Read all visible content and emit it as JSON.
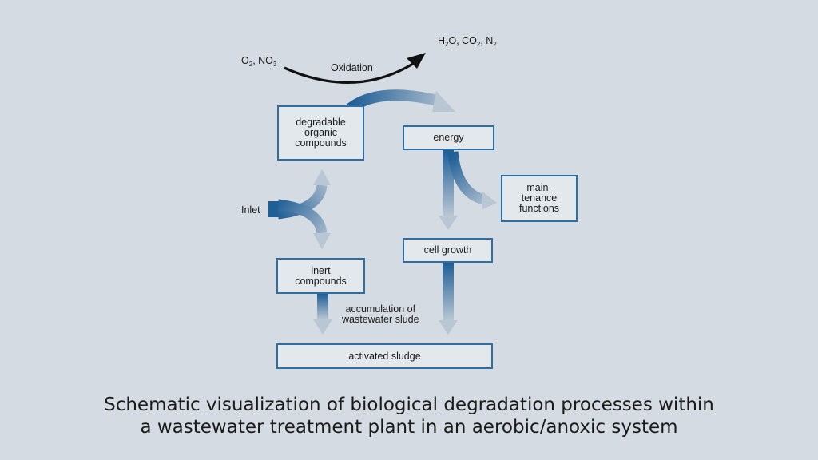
{
  "boxes": {
    "degradable_organic": [
      "degradable",
      "organic",
      "compounds"
    ],
    "energy": [
      "energy"
    ],
    "maintenance": [
      "main-",
      "tenance",
      "functions"
    ],
    "cell_growth": [
      "cell growth"
    ],
    "inert": [
      "inert",
      "compounds"
    ],
    "activated_sludge": [
      "activated sludge"
    ]
  },
  "labels": {
    "inlet": "Inlet",
    "oxidation": "Oxidation",
    "reactants": {
      "o": "O",
      "o_sub": "2",
      "sep": ", NO",
      "no_sub": "3"
    },
    "products": {
      "h": "H",
      "h_sub": "2",
      "o": "O, CO",
      "co_sub": "2",
      "n": ", N",
      "n_sub": "2"
    },
    "accumulation": [
      "accumulation of",
      "wastewater slude"
    ]
  },
  "caption": [
    "Schematic visualization of biological degradation processes within",
    "a wastewater treatment plant in an aerobic/anoxic system"
  ],
  "colors": {
    "background": "#d4dbe2",
    "box_border": "#2f6ea3",
    "arrow_dark": "#1f5e96",
    "arrow_light": "#b9c6d3",
    "oxidation_arrow": "#111111"
  }
}
